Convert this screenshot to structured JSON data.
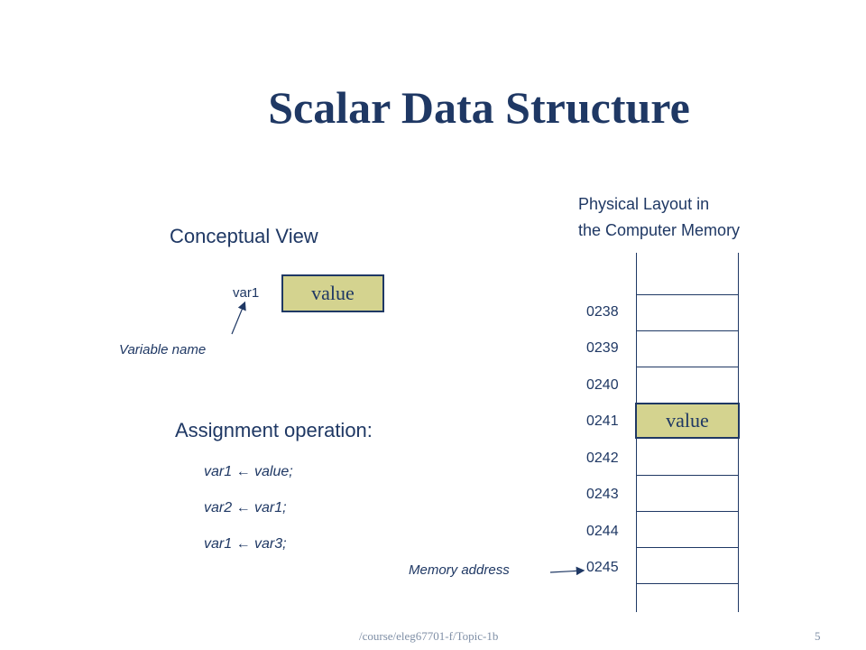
{
  "slide": {
    "title": "Scalar Data Structure",
    "conceptual_view_heading": "Conceptual View",
    "var_label": "var1",
    "value_label": "value",
    "variable_name_caption": "Variable name",
    "assignment_heading": "Assignment operation:",
    "assignments": [
      "var1 ← value;",
      "var2 ← var1;",
      "var1 ← var3;"
    ],
    "physical_layout_line1": "Physical Layout in",
    "physical_layout_line2": "the Computer Memory",
    "addresses": [
      "0238",
      "0239",
      "0240",
      "0241",
      "0242",
      "0243",
      "0244",
      "0245"
    ],
    "memory_value_label": "value",
    "memory_address_caption": "Memory address",
    "footer_left": "/course/eleg67701-f/Topic-1b",
    "footer_page": "5"
  },
  "colors": {
    "text": "#1f3864",
    "value_fill": "#d4d38f"
  }
}
